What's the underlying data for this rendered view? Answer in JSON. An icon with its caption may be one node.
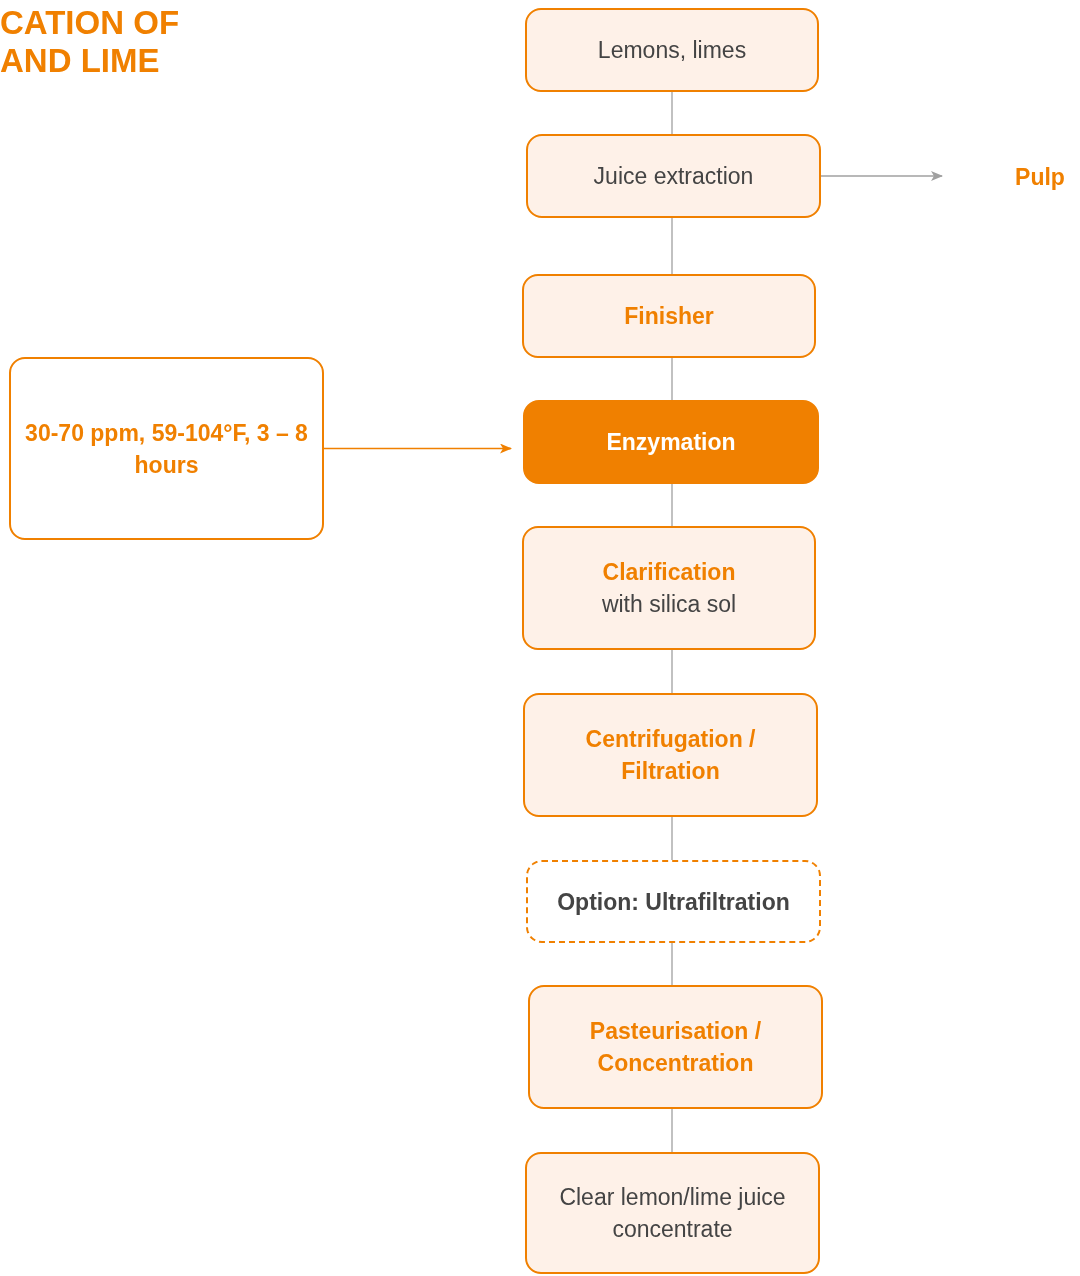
{
  "diagram": {
    "title": "CATION OF AND LIME",
    "nodes": [
      {
        "text": [
          "Lemons, limes"
        ]
      },
      {
        "text": [
          "Juice extraction"
        ]
      },
      {
        "text": [
          "Pulp"
        ]
      },
      {
        "text": [
          "Finisher"
        ]
      },
      {
        "text": [
          "30-70 ppm, 59-104°F, 3 – 8 hours"
        ]
      },
      {
        "text": [
          "Enzymation"
        ]
      },
      {
        "text": [
          "Clarification",
          "with silica sol"
        ]
      },
      {
        "text": [
          "Centrifugation / Filtration"
        ]
      },
      {
        "text": [
          "Option: Ultrafiltration"
        ]
      },
      {
        "text": [
          "Pasteurisation / Concentration"
        ]
      },
      {
        "text": [
          "Clear lemon/lime juice concentrate"
        ]
      }
    ],
    "edges": [
      {
        "from": 0,
        "to": 1,
        "arrow": "none"
      },
      {
        "from": 1,
        "to": 2,
        "arrow": "to"
      },
      {
        "from": 1,
        "to": 3,
        "arrow": "none"
      },
      {
        "from": 3,
        "to": 5,
        "arrow": "none"
      },
      {
        "from": 4,
        "to": 5,
        "arrow": "to",
        "color": "#f08000"
      },
      {
        "from": 5,
        "to": 6,
        "arrow": "none"
      },
      {
        "from": 6,
        "to": 7,
        "arrow": "none"
      },
      {
        "from": 7,
        "to": 8,
        "arrow": "none"
      },
      {
        "from": 8,
        "to": 9,
        "arrow": "none"
      },
      {
        "from": 9,
        "to": 10,
        "arrow": "none"
      }
    ]
  }
}
